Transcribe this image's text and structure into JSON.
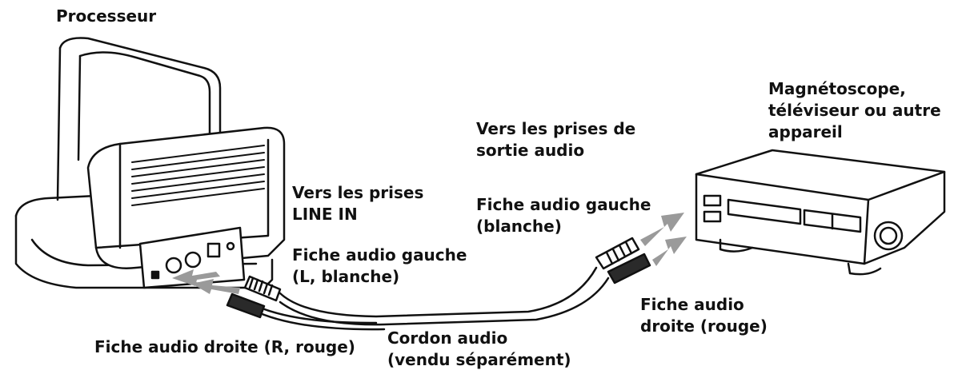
{
  "labels": {
    "processor": "Processeur",
    "device": [
      "Magnétoscope,",
      "téléviseur ou autre",
      "appareil"
    ],
    "to_output": [
      "Vers les prises de",
      "sortie audio"
    ],
    "to_line_in": [
      "Vers les prises",
      "LINE IN"
    ],
    "left_plug_device": [
      "Fiche audio gauche",
      "(blanche)"
    ],
    "left_plug_processor": [
      "Fiche audio gauche",
      "(L, blanche)"
    ],
    "right_plug_device": [
      "Fiche audio",
      "droite (rouge)"
    ],
    "right_plug_processor": "Fiche audio droite (R, rouge)",
    "cord": [
      "Cordon audio",
      "(vendu séparément)"
    ]
  },
  "colors": {
    "line": "#111111",
    "arrow": "#9a9a9a",
    "plug_dark": "#2a2a2a",
    "plug_light": "#ffffff"
  }
}
